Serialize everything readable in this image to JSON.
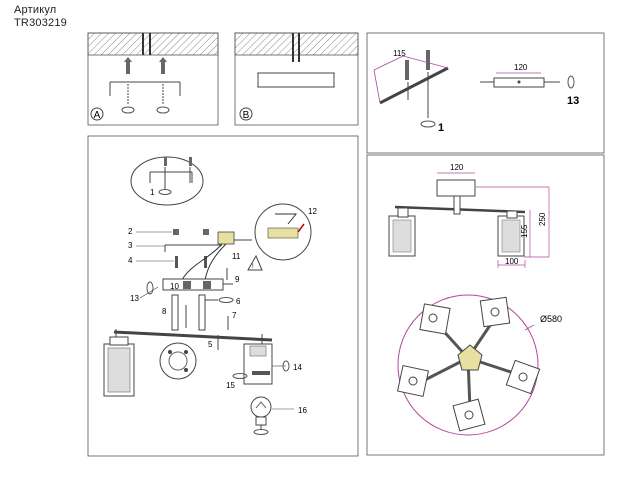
{
  "article": {
    "label": "Артикул",
    "code": "TR303219"
  },
  "mounting_options": {
    "a_label": "A",
    "b_label": "B"
  },
  "callouts": {
    "one": "1",
    "two": "2",
    "three": "3",
    "four": "4",
    "five": "5",
    "six": "6",
    "seven": "7",
    "eight": "8",
    "nine": "9",
    "ten": "10",
    "eleven": "11",
    "twelve": "12",
    "thirteen": "13",
    "fourteen": "14",
    "fifteen": "15",
    "sixteen": "16"
  },
  "bracket_panel": {
    "dim_115": "115",
    "dim_120": "120",
    "label_1": "1",
    "label_13": "13"
  },
  "dimensions_panel": {
    "width_120": "120",
    "height_250": "250",
    "height_155": "155",
    "width_100": "100",
    "diameter": "Ø580"
  },
  "colors": {
    "line": "#444444",
    "dimension_magenta": "#b04a9a",
    "hatch": "#888888",
    "socket_yellow": "#e8e0a0"
  }
}
